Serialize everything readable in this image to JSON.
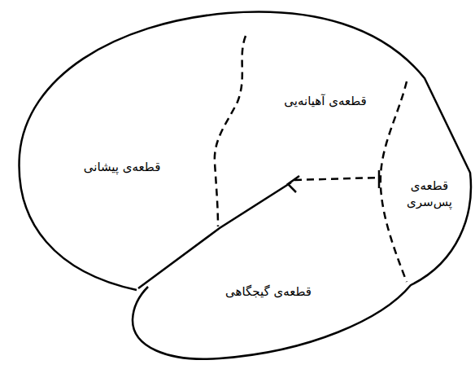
{
  "diagram": {
    "labels": [
      "قطعه‌ی آهیانه‌یی",
      "قطعه‌ی پیشانی",
      "قطعه‌ی پس‌سری",
      "قطعه‌ی گیجگاهی"
    ]
  }
}
